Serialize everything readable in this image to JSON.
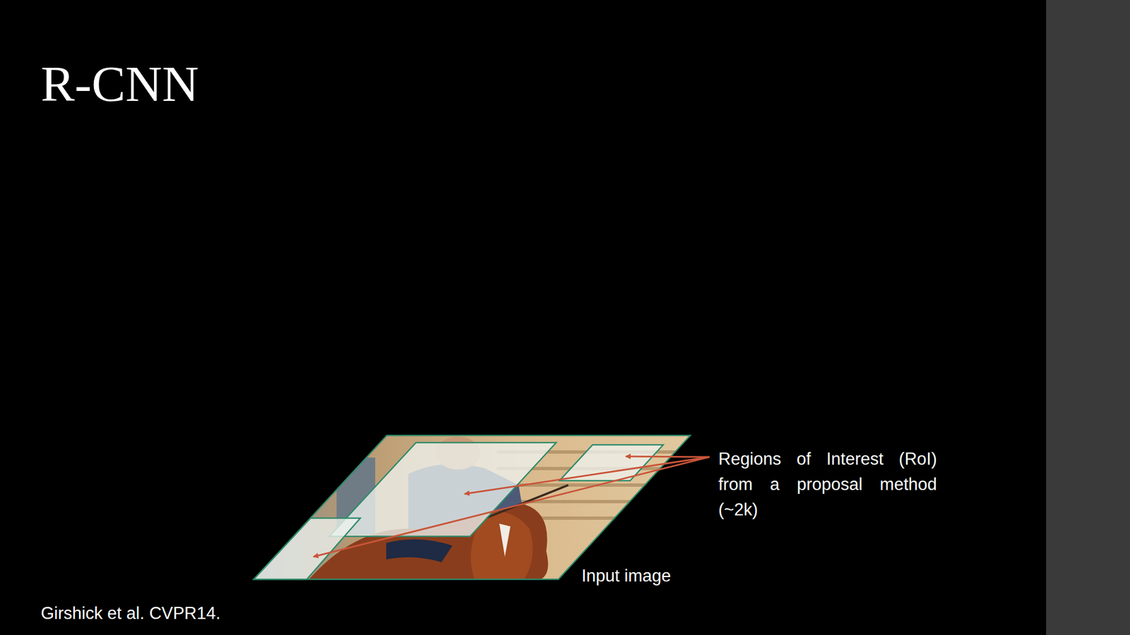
{
  "diagram": {
    "title": "R-CNN",
    "caption": "Girshick et al. CVPR14.",
    "labels": [
      "Regions of Interest (RoI) from a proposal method (~2k)",
      "Input image"
    ]
  }
}
